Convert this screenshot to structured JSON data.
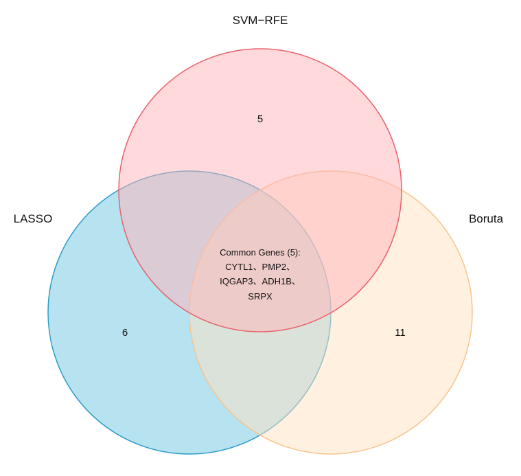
{
  "sets": [
    {
      "id": "svm",
      "label": "SVM−RFE",
      "unique_count": "5",
      "fill_color": "#FFB3BA",
      "stroke_color": "#E8616B"
    },
    {
      "id": "lasso",
      "label": "LASSO",
      "unique_count": "6",
      "fill_color": "#6FC6E2",
      "stroke_color": "#2B9BC9"
    },
    {
      "id": "boruta",
      "label": "Boruta",
      "unique_count": "11",
      "fill_color": "#FFE1C2",
      "stroke_color": "#F7C48E"
    }
  ],
  "common": {
    "lines": [
      "Common Genes (5):",
      "CYTL1、PMP2、",
      "IQGAP3、ADH1B、",
      "SRPX"
    ]
  }
}
